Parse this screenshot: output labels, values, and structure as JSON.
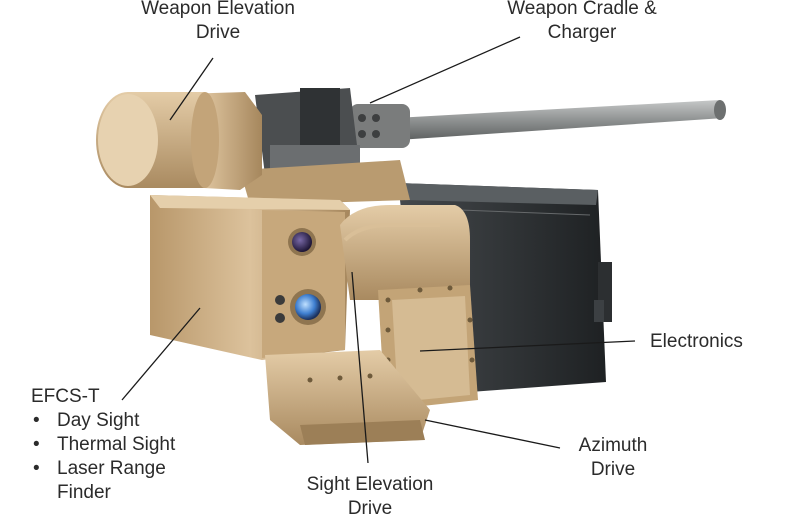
{
  "labels": {
    "weapon_elevation": [
      "Weapon Elevation",
      "Drive"
    ],
    "weapon_cradle": [
      "Weapon Cradle &",
      "Charger"
    ],
    "electronics": "Electronics",
    "azimuth": [
      "Azimuth",
      "Drive"
    ],
    "sight_elevation": [
      "Sight Elevation",
      "Drive"
    ],
    "efcs": {
      "title": "EFCS-T",
      "items": [
        "Day Sight",
        "Thermal Sight",
        "Laser Range",
        "Finder"
      ]
    }
  },
  "colors": {
    "housing_tan": "#c9a97e",
    "housing_shadow": "#9c7f57",
    "housing_light": "#e2c9a4",
    "electronics_dark": "#2a2d30",
    "barrel_grey": "#8c8f8f",
    "leader_line": "#1a1a1a"
  }
}
